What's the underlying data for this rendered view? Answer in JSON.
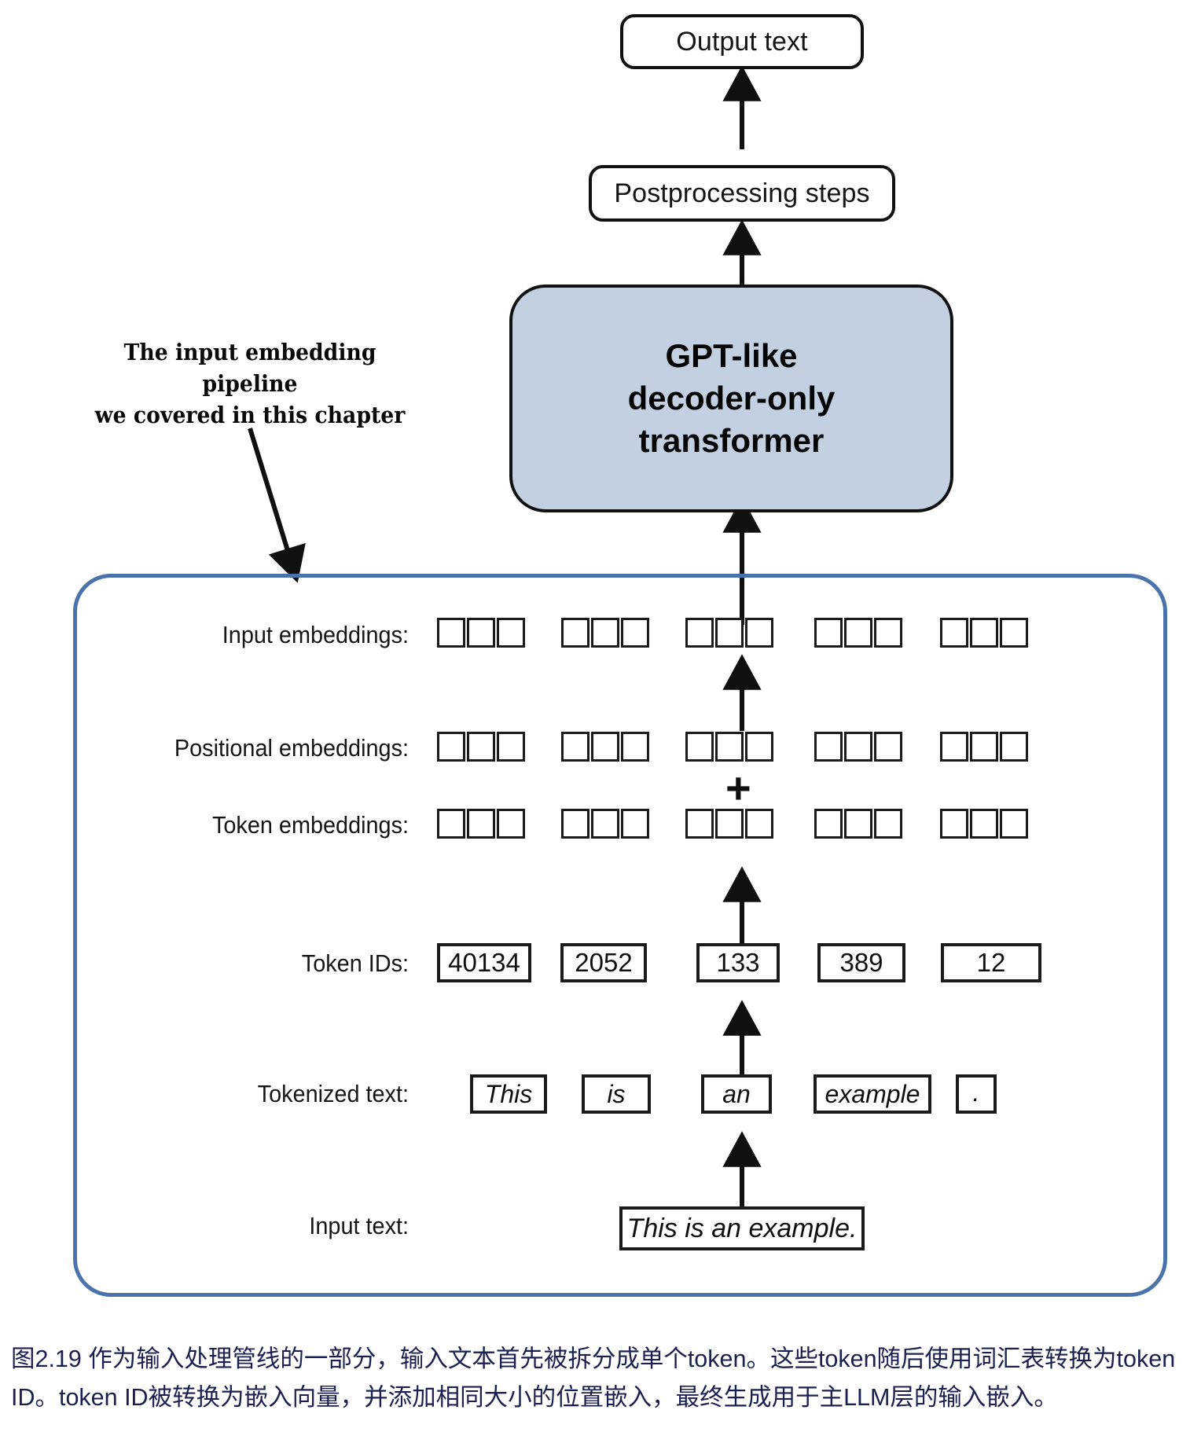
{
  "figure": {
    "id": "figure-2-19",
    "output_box_label": "Output text",
    "postprocessing_box_label": "Postprocessing steps",
    "model_box_label": "GPT-like\ndecoder-only\ntransformer",
    "annotation": "The input embedding pipeline\nwe covered in this chapter",
    "plus_symbol": "+",
    "colors": {
      "model_box_fill": "#c2d0e2",
      "pipeline_border": "#4a73ab",
      "stroke": "#111111",
      "caption_text": "#1b2050"
    }
  },
  "rows": {
    "input_embeddings_label": "Input embeddings:",
    "positional_embeddings_label": "Positional embeddings:",
    "token_embeddings_label": "Token embeddings:",
    "token_ids_label": "Token IDs:",
    "tokenized_text_label": "Tokenized text:",
    "input_text_label": "Input text:"
  },
  "vectors": {
    "cells_per_group": 3,
    "groups": 5
  },
  "token_ids": [
    "40134",
    "2052",
    "133",
    "389",
    "12"
  ],
  "tokens": [
    "This",
    "is",
    "an",
    "example",
    "."
  ],
  "input_text": "This is an example.",
  "caption": "图2.19 作为输入处理管线的一部分，输入文本首先被拆分成单个token。这些token随后使用词汇表转换为token ID。token ID被转换为嵌入向量，并添加相同大小的位置嵌入，最终生成用于主LLM层的输入嵌入。"
}
